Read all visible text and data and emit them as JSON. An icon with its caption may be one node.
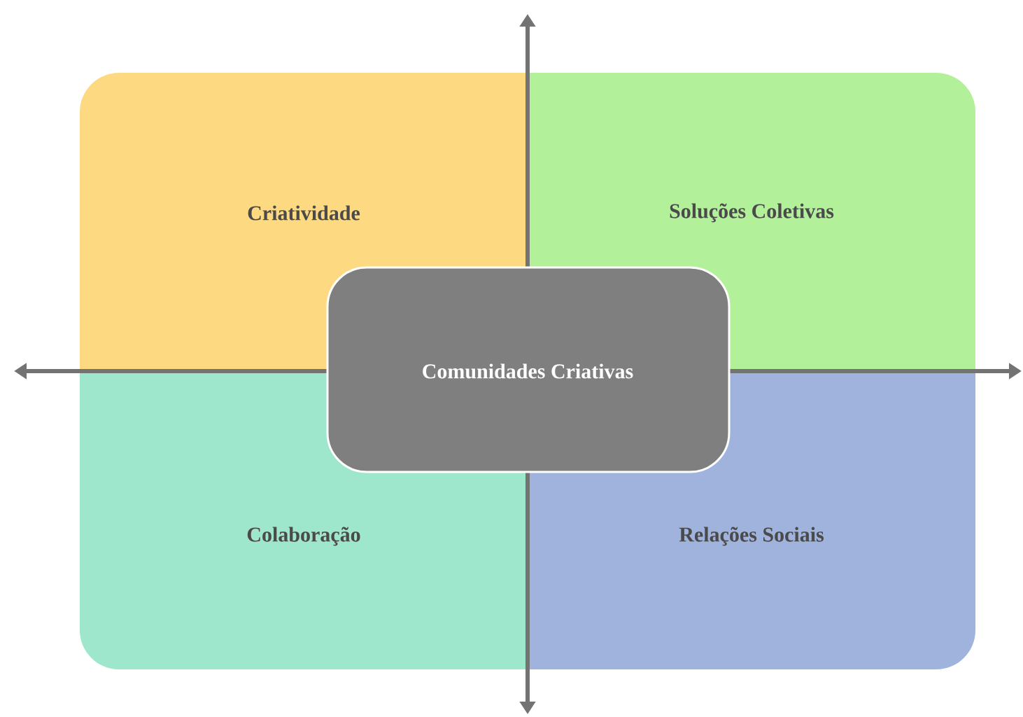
{
  "diagram": {
    "nodes": [
      {
        "text": [
          "Criatividade"
        ]
      },
      {
        "text": [
          "Soluções Coletivas"
        ]
      },
      {
        "text": [
          "Comunidades Criativas"
        ]
      },
      {
        "text": [
          "Colaboração"
        ]
      },
      {
        "text": [
          "Relações Sociais"
        ]
      }
    ]
  }
}
